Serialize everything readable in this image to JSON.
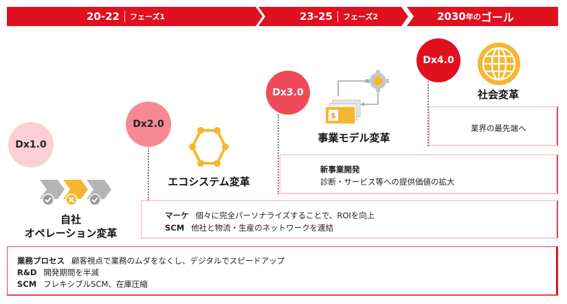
{
  "phases": {
    "p1": {
      "years": "20-22",
      "name": "フェーズ1"
    },
    "p2": {
      "years": "23-25",
      "name": "フェーズ2"
    },
    "goal": {
      "year": "2030",
      "connector": "年の",
      "word": "ゴール"
    }
  },
  "stages": {
    "dx1": {
      "badge": "Dx1.0",
      "title_line1": "自社",
      "title_line2": "オペレーション変革"
    },
    "dx2": {
      "badge": "Dx2.0",
      "title": "エコシステム変革"
    },
    "dx3": {
      "badge": "Dx3.0",
      "title": "事業モデル変革"
    },
    "dx4": {
      "badge": "Dx4.0",
      "title": "社会変革"
    }
  },
  "boxes": {
    "dx4_box": {
      "text": "業界の最先端へ"
    },
    "dx3_box": {
      "heading": "新事業開発",
      "text": "診断・サービス等への提供価値の拡大"
    },
    "dx2_box": {
      "row1_label": "マーケ",
      "row1_text": "個々に完全パーソナライズすることで、ROIを向上",
      "row2_label": "SCM",
      "row2_text": "他社と物流・生産のネットワークを連結"
    },
    "dx1_box": {
      "row1_label": "業務プロセス",
      "row1_text": "顧客視点で業務のムダをなくし、デジタルでスピードアップ",
      "row2_label": "R&D",
      "row2_text": "開発期間を半減",
      "row3_label": "SCM",
      "row3_text": "フレキシブルSCM、在庫圧縮"
    }
  },
  "colors": {
    "brand_red": "#e0101f",
    "dx1_circle": "#fbd0d4",
    "dx2_circle": "#f58a94",
    "dx3_circle": "#ee4a58",
    "dx4_circle": "#e0101f",
    "icon_gold": "#f5b731",
    "icon_gray": "#b5b5b5"
  },
  "icons": {
    "dx1": [
      "process-chevron-gray-icon",
      "process-chevron-gold-icon",
      "process-chevron-gray-icon"
    ],
    "dx2": "hexagon-network-icon",
    "dx3": [
      "gear-icon",
      "money-bills-icon",
      "cycle-arrows-icon"
    ],
    "dx4": "globe-icon"
  }
}
